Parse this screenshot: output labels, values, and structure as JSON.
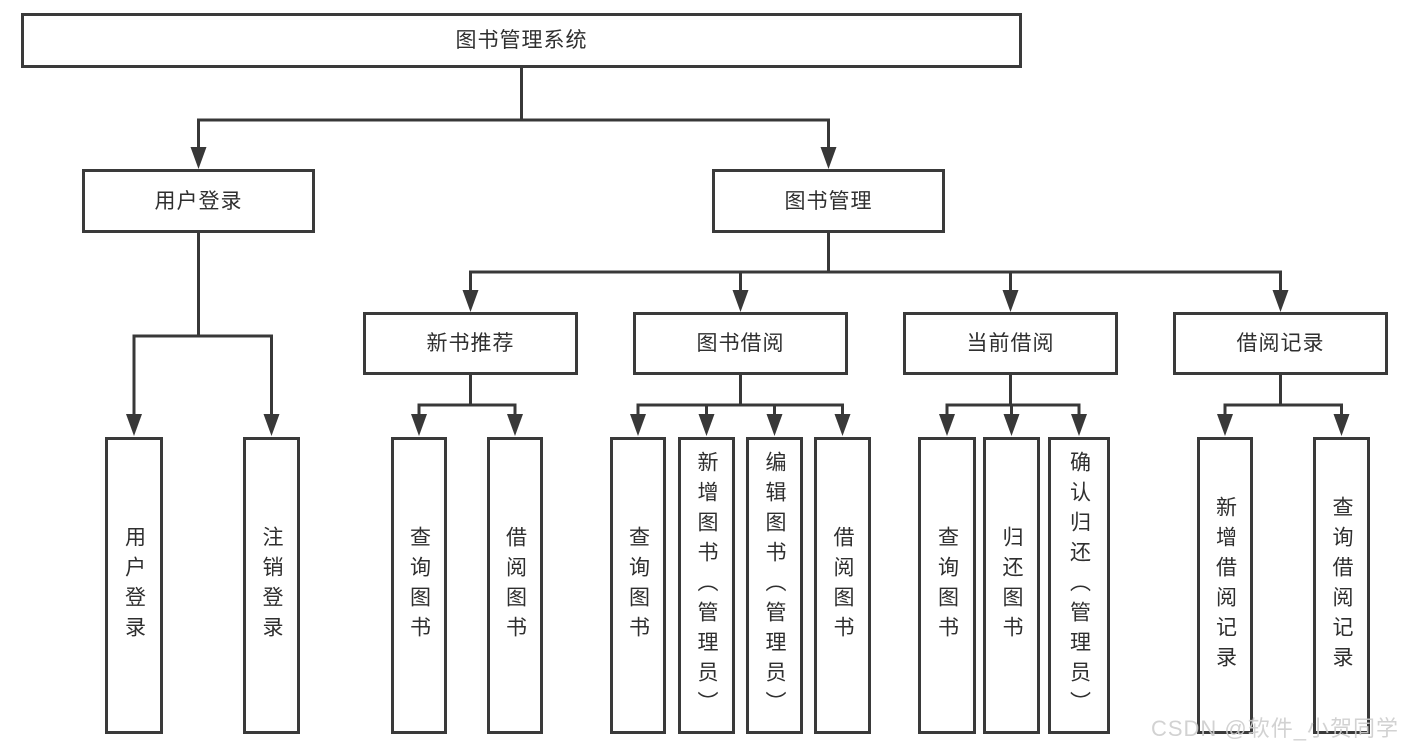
{
  "colors": {
    "line": "#383838",
    "box_border": "#3a3a3a",
    "text": "#2f2f2f",
    "background": "#ffffff",
    "watermark": "#cdcdcd"
  },
  "tree": {
    "root": {
      "label": "图书管理系统",
      "children": [
        {
          "label": "用户登录",
          "children": [
            {
              "label": "用户登录"
            },
            {
              "label": "注销登录"
            }
          ]
        },
        {
          "label": "图书管理",
          "children": [
            {
              "label": "新书推荐",
              "children": [
                {
                  "label": "查询图书"
                },
                {
                  "label": "借阅图书"
                }
              ]
            },
            {
              "label": "图书借阅",
              "children": [
                {
                  "label": "查询图书"
                },
                {
                  "label": "新增图书（管理员）"
                },
                {
                  "label": "编辑图书（管理员）"
                },
                {
                  "label": "借阅图书"
                }
              ]
            },
            {
              "label": "当前借阅",
              "children": [
                {
                  "label": "查询图书"
                },
                {
                  "label": "归还图书"
                },
                {
                  "label": "确认归还（管理员）"
                }
              ]
            },
            {
              "label": "借阅记录",
              "children": [
                {
                  "label": "新增借阅记录"
                },
                {
                  "label": "查询借阅记录"
                }
              ]
            }
          ]
        }
      ]
    }
  },
  "watermark": {
    "text": "CSDN @软件_小贺同学"
  }
}
